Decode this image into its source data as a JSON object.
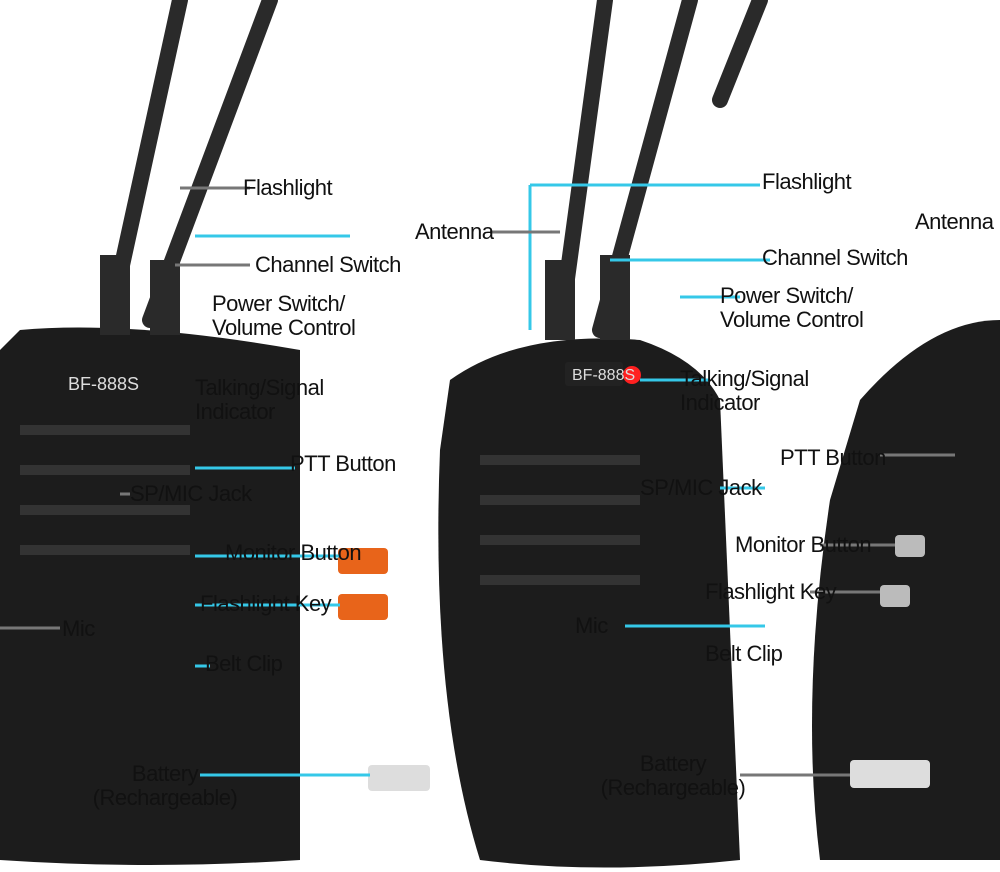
{
  "left_radio": {
    "model": "BF-888S",
    "labels": {
      "flashlight": "Flashlight",
      "channel_switch": "Channel Switch",
      "power_switch": "Power Switch/",
      "volume_control": "Volume Control",
      "indicator_1": "Talking/Signal",
      "indicator_2": "Indicator",
      "ptt": "PTT Button",
      "jack": "SP/MIC Jack",
      "monitor": "Monitor Button",
      "flash_key": "Flashlight Key",
      "mic": "Mic",
      "belt_clip": "Belt Clip",
      "battery_1": "Battery",
      "battery_2": "(Rechargeable)"
    }
  },
  "right_radio": {
    "model": "BF-888S",
    "labels": {
      "flashlight": "Flashlight",
      "antenna_left": "Antenna",
      "antenna_right": "Antenna",
      "channel_switch": "Channel Switch",
      "power_switch": "Power Switch/",
      "volume_control": "Volume Control",
      "indicator_1": "Talking/Signal",
      "indicator_2": "Indicator",
      "ptt": "PTT Button",
      "jack": "SP/MIC Jack",
      "monitor": "Monitor Button",
      "flash_key": "Flashlight Key",
      "mic": "Mic",
      "belt_clip": "Belt Clip",
      "battery_1": "Battery",
      "battery_2": "(Rechargeable)"
    }
  },
  "colors": {
    "leader_cyan": "#35c8e8",
    "leader_gray": "#777777",
    "button_orange": "#e8641a",
    "led_red": "#ff2020",
    "body": "#1c1c1c"
  }
}
